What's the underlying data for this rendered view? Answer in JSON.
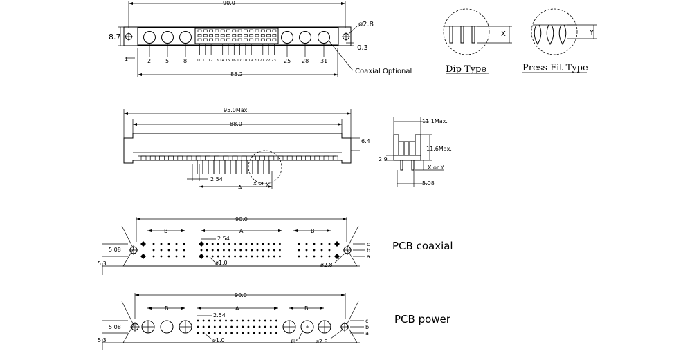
{
  "top_view": {
    "width_dim": "90.0",
    "height_dim": "8.7",
    "hole_dim": "ø2.8",
    "offset_dim": "0.3",
    "pitch_dim": "1",
    "base_dim": "85.2",
    "coaxial_note": "Coaxial Optional",
    "left_coax_labels": [
      "2",
      "5",
      "8"
    ],
    "pin_labels": [
      "10",
      "11",
      "12",
      "13",
      "14",
      "15",
      "16",
      "17",
      "18",
      "19",
      "20",
      "21",
      "22",
      "23"
    ],
    "right_coax_labels": [
      "25",
      "28",
      "31"
    ]
  },
  "detail_views": {
    "dip_label": "Dip Type",
    "dip_dim": "X",
    "press_label": "Press Fit Type",
    "press_dim": "Y"
  },
  "front_view": {
    "overall_dim": "95.0Max.",
    "inner_dim": "88.0",
    "height_dim": "6.4",
    "pitch_dim": "2.54",
    "a_dim": "A",
    "xy_label": "x or y"
  },
  "side_view": {
    "width_dim": "11.1Max.",
    "height_dim": "11.6Max.",
    "offset_dim": "2.9",
    "xy_dim": "X or Y",
    "pitch_dim": "5.08"
  },
  "pcb_coaxial": {
    "title": "PCB coaxial",
    "width_dim": "90.0",
    "b_left": "B",
    "a_dim": "A",
    "b_right": "B",
    "pitch_dim": "2.54",
    "row_dim": "5.08",
    "edge_dim": "5.3",
    "hole_dim": "ø1.0",
    "mount_dim": "ø2.8",
    "row_labels": [
      "c",
      "b",
      "a"
    ]
  },
  "pcb_power": {
    "title": "PCB power",
    "width_dim": "90.0",
    "b_left": "B",
    "a_dim": "A",
    "b_right": "B",
    "pitch_dim": "2.54",
    "row_dim": "5.08",
    "edge_dim": "5.3",
    "hole_dim": "ø1.0",
    "power_dim": "øP",
    "mount_dim": "ø2.8",
    "row_labels": [
      "c",
      "b",
      "a"
    ]
  }
}
